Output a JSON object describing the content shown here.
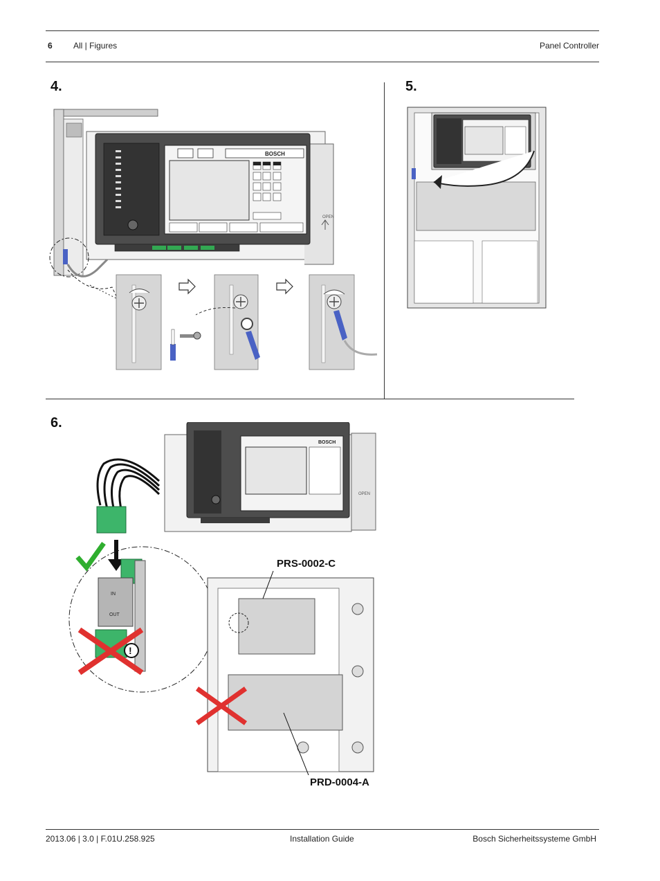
{
  "header": {
    "page_number": "6",
    "section": "All | Figures",
    "title": "Panel Controller"
  },
  "steps": {
    "s4": "4.",
    "s5": "5.",
    "s6": "6."
  },
  "panel": {
    "brand": "BOSCH",
    "open_label": "OPEN",
    "module_in": "IN",
    "module_out": "OUT"
  },
  "labels": {
    "prs": "PRS-0002-C",
    "prd": "PRD-0004-A"
  },
  "footer": {
    "version": "2013.06 | 3.0 | F.01U.258.925",
    "doc_type": "Installation Guide",
    "company": "Bosch Sicherheitssysteme GmbH"
  },
  "colors": {
    "blue_sleeve": "#4a62c4",
    "green_check": "#2fae2f",
    "red_cross": "#e0312f",
    "green_connector": "#3db56a",
    "panel_dark": "#4d4d4d",
    "screen_grey": "#e6e6e6"
  }
}
